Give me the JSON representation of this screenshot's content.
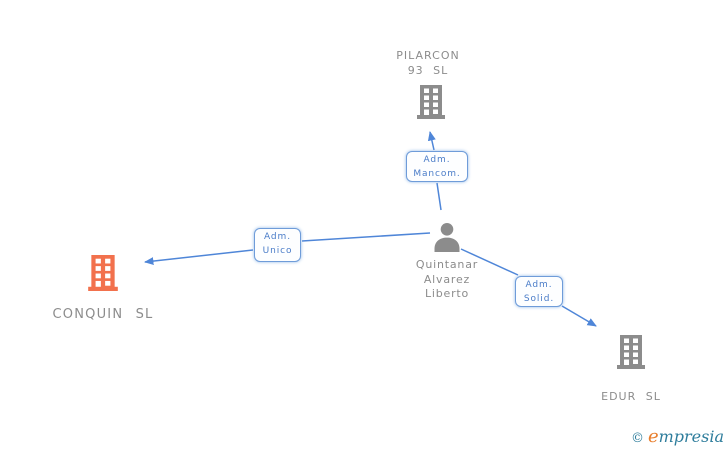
{
  "diagram": {
    "type": "corporate-relations",
    "nodes": {
      "pilarcon": {
        "type": "company",
        "name": "PILARCON 93 SL",
        "name_line1": "PILARCON",
        "name_line2": "93 SL",
        "icon": "building-icon",
        "icon_color": "#8c8c8c"
      },
      "conquin": {
        "type": "company",
        "name": "CONQUIN SL",
        "icon": "building-icon",
        "icon_color": "#f2714d"
      },
      "edur": {
        "type": "company",
        "name": "EDUR SL",
        "icon": "building-icon",
        "icon_color": "#8c8c8c"
      },
      "person": {
        "type": "person",
        "name": "Quintanar Alvarez Liberto",
        "name_line1": "Quintanar",
        "name_line2": "Alvarez",
        "name_line3": "Liberto",
        "icon": "person-icon",
        "icon_color": "#8c8c8c"
      }
    },
    "relations": {
      "mancom": {
        "label_line1": "Adm.",
        "label_line2": "Mancom.",
        "from": "person",
        "to": "pilarcon"
      },
      "unico": {
        "label_line1": "Adm.",
        "label_line2": "Unico",
        "from": "person",
        "to": "conquin"
      },
      "solid": {
        "label_line1": "Adm.",
        "label_line2": "Solid.",
        "from": "person",
        "to": "edur"
      }
    }
  },
  "colors": {
    "edge_blue": "#4f86d8",
    "relation_box_border": "#6f9cd9",
    "relation_box_text": "#4a7cc8",
    "node_gray": "#8c8c8c",
    "node_orange": "#f2714d",
    "logo_teal": "#2e7d9c",
    "logo_orange": "#e87e2d"
  },
  "footer": {
    "copyright": "©",
    "brand_initial": "e",
    "brand_rest": "mpresia"
  }
}
